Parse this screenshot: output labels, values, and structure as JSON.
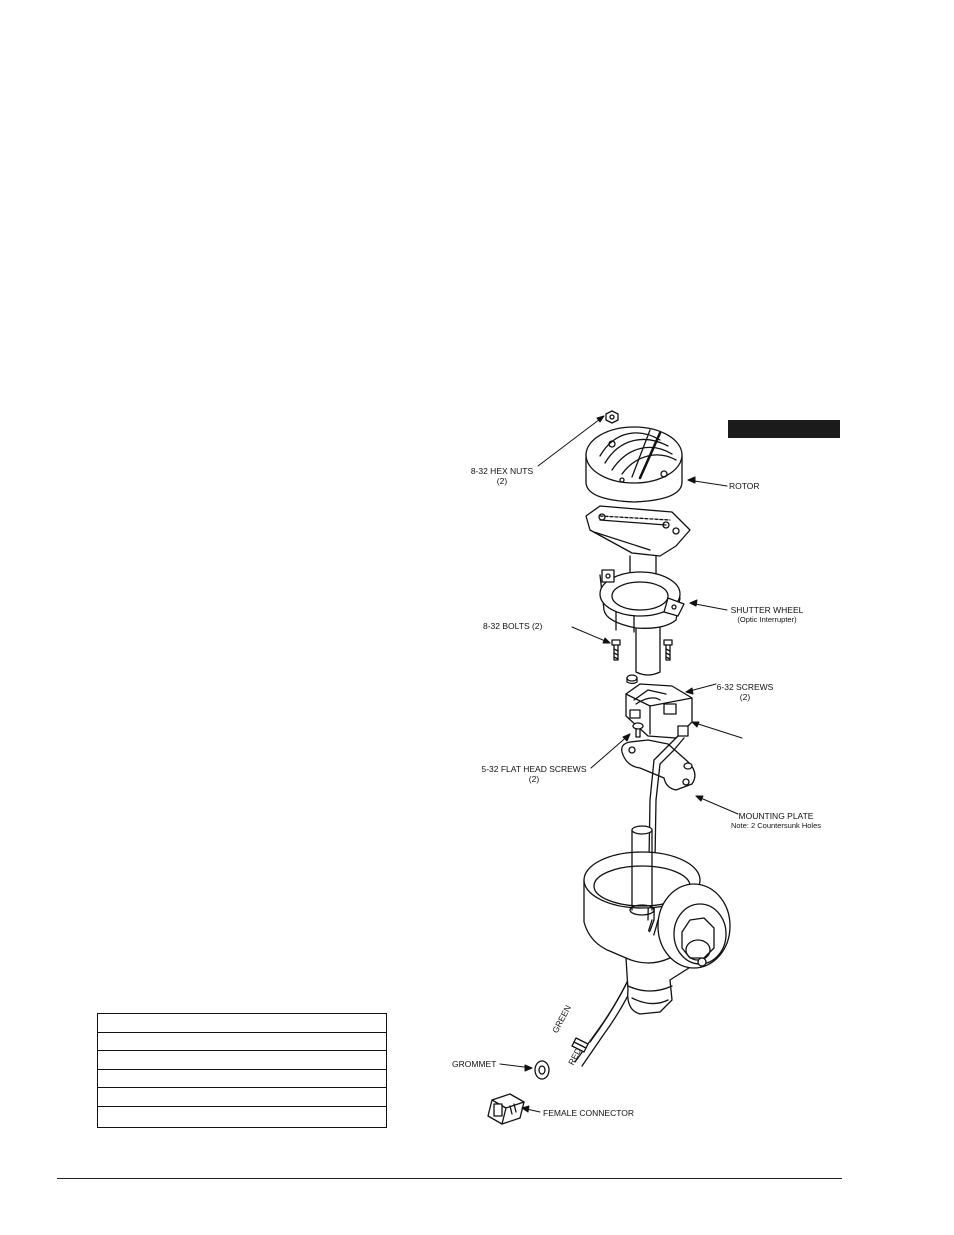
{
  "figure": {
    "labels": {
      "hex_nuts": "8-32 HEX NUTS",
      "hex_nuts_qty": "(2)",
      "rotor": "ROTOR",
      "shutter_wheel": "SHUTTER WHEEL",
      "shutter_wheel_note": "(Optic Interrupter)",
      "bolts": "8-32 BOLTS (2)",
      "screws_6_32": "6-32 SCREWS",
      "screws_6_32_qty": "(2)",
      "flat_head_screws": "5-32 FLAT HEAD SCREWS",
      "flat_head_screws_qty": "(2)",
      "mounting_plate": "MOUNTING PLATE",
      "mounting_plate_note": "Note: 2 Countersunk Holes",
      "wire_green": "GREEN",
      "wire_red": "RED",
      "grommet": "GROMMET",
      "female_connector": "FEMALE CONNECTOR"
    }
  },
  "parts_table": {
    "row_count": 6
  }
}
